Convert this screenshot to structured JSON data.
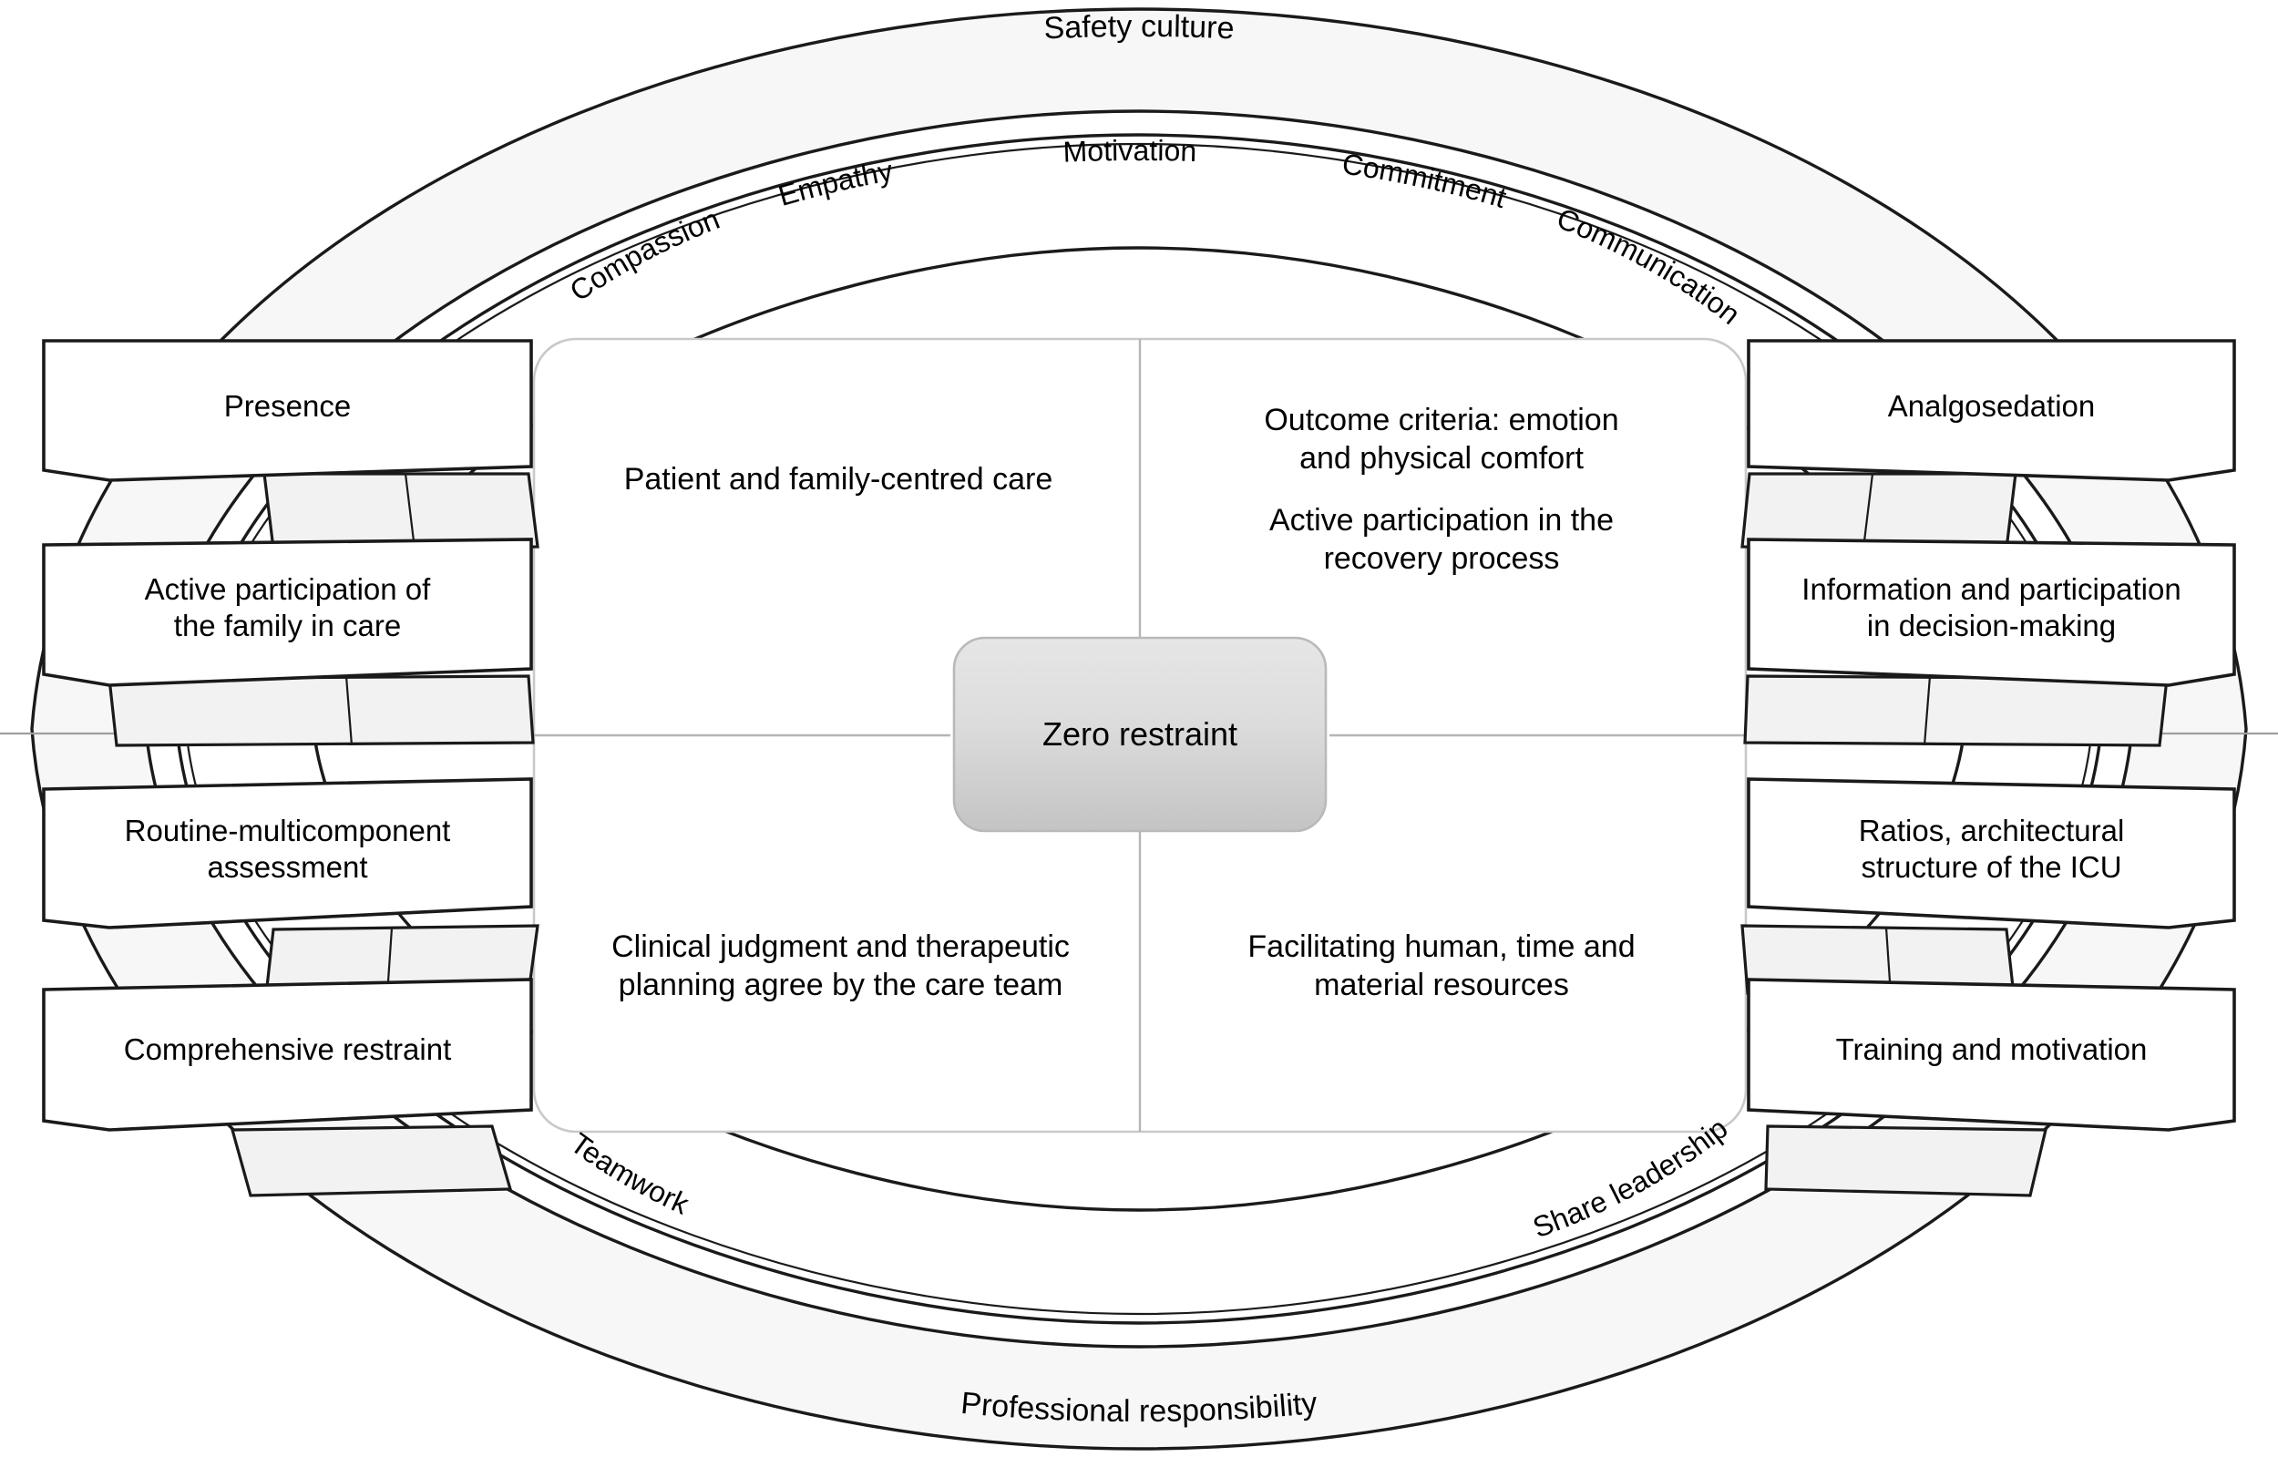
{
  "figure": {
    "title_center": "Zero restraint",
    "outer_ring_label": "Safety culture",
    "outer_ring_bottom_label": "Professional responsibility",
    "inner_ring_top_labels": [
      "Compassion",
      "Empathy",
      "Motivation",
      "Commitment",
      "Communication"
    ],
    "inner_ring_bottom_labels": [
      "Teamwork",
      "Share leadership"
    ]
  },
  "left_boxes": [
    {
      "label": "Presence"
    },
    {
      "label": "Active participation of\nthe family in care",
      "line1": "Active participation of",
      "line2": "the family in care"
    },
    {
      "label": "Routine-multicomponent\nassessment",
      "line1": "Routine-multicomponent",
      "line2": "assessment"
    },
    {
      "label": "Comprehensive restraint"
    }
  ],
  "right_boxes": [
    {
      "label": "Analgosedation"
    },
    {
      "label": "Information and participation\nin decision-making",
      "line1": "Information and participation",
      "line2": "in decision-making"
    },
    {
      "label": "Ratios, architectural\nstructure of the ICU",
      "line1": "Ratios, architectural",
      "line2": "structure of the ICU"
    },
    {
      "label": "Training and motivation"
    }
  ],
  "quadrants": {
    "top_left": {
      "lines": [
        "Patient and family-centred care"
      ]
    },
    "top_right": {
      "lines": [
        "Outcome criteria: emotion",
        "and physical comfort",
        "",
        "Active participation in the",
        "recovery process"
      ]
    },
    "bottom_left": {
      "lines": [
        "Clinical judgment and therapeutic",
        "planning agree by the care team"
      ]
    },
    "bottom_right": {
      "lines": [
        "Facilitating human, time and",
        "material resources"
      ]
    }
  },
  "colors": {
    "band_fill": "#f7f7f7",
    "stroke": "#1a1a1a",
    "center_fill_start": "#e3e3e3",
    "center_fill_end": "#c8c8c8",
    "quad_stroke": "#c9c9c9"
  }
}
